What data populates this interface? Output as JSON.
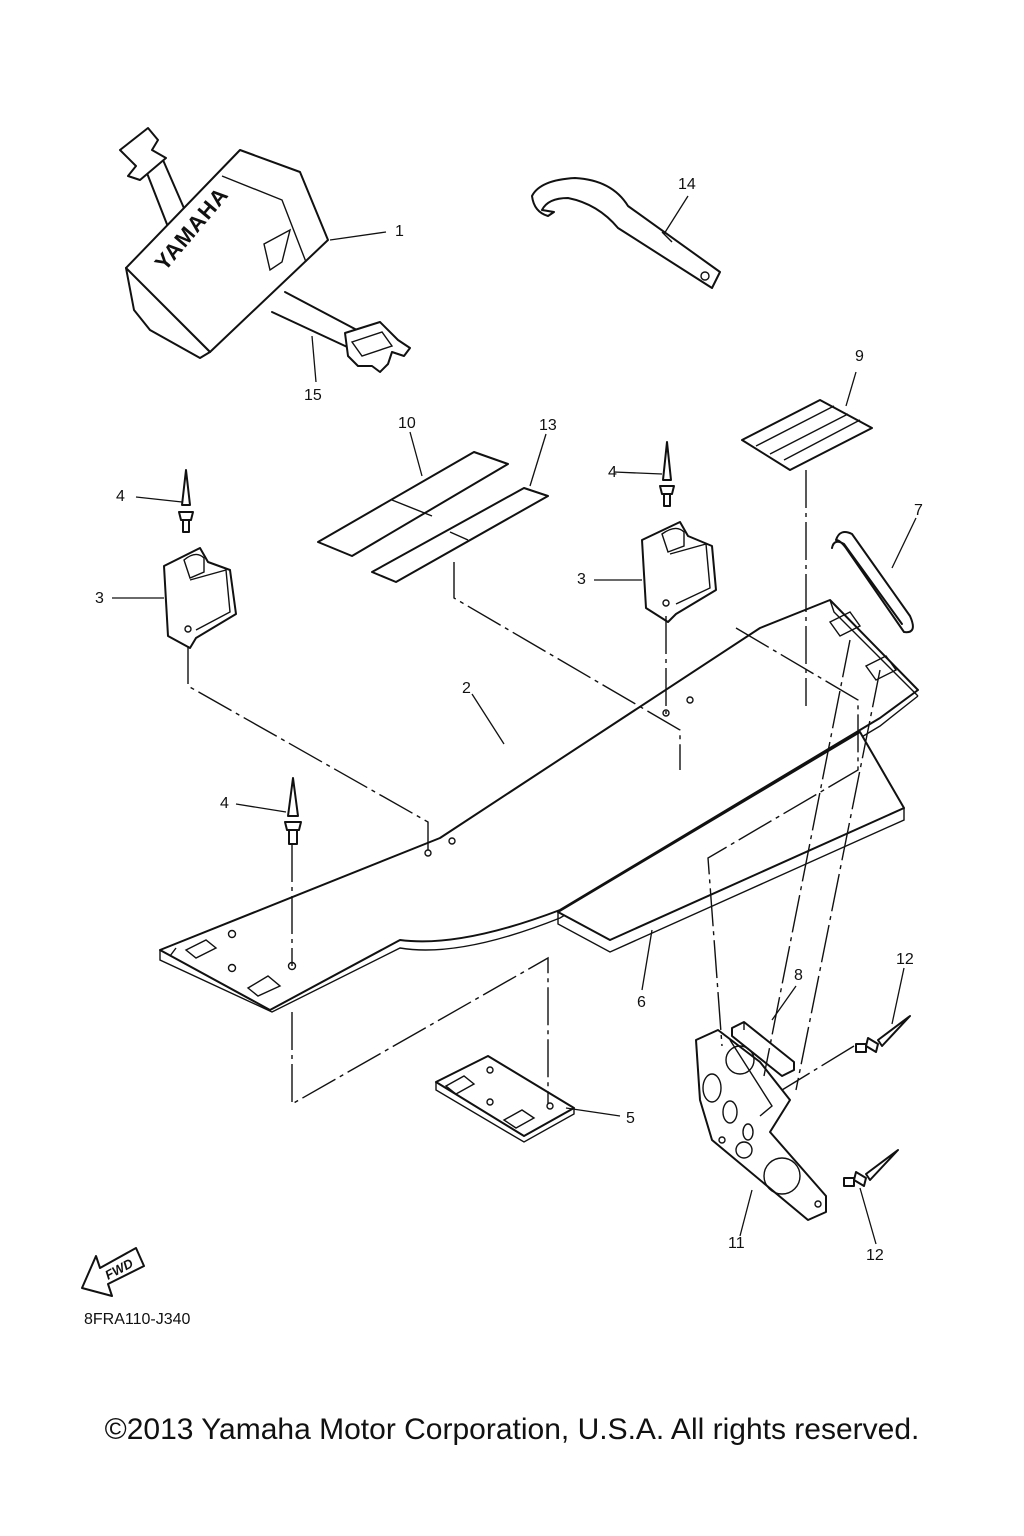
{
  "diagram": {
    "callouts": {
      "p1": "1",
      "p2": "2",
      "p3a": "3",
      "p3b": "3",
      "p4a": "4",
      "p4b": "4",
      "p4c": "4",
      "p5": "5",
      "p6": "6",
      "p7": "7",
      "p8": "8",
      "p9": "9",
      "p10": "10",
      "p11": "11",
      "p12a": "12",
      "p12b": "12",
      "p13": "13",
      "p14": "14",
      "p15": "15"
    },
    "bag_brand": "YAMAHA",
    "fwd_label": "FWD",
    "drawing_number": "8FRA110-J340"
  },
  "footer": {
    "copyright": "©2013 Yamaha Motor Corporation, U.S.A. All rights reserved."
  }
}
